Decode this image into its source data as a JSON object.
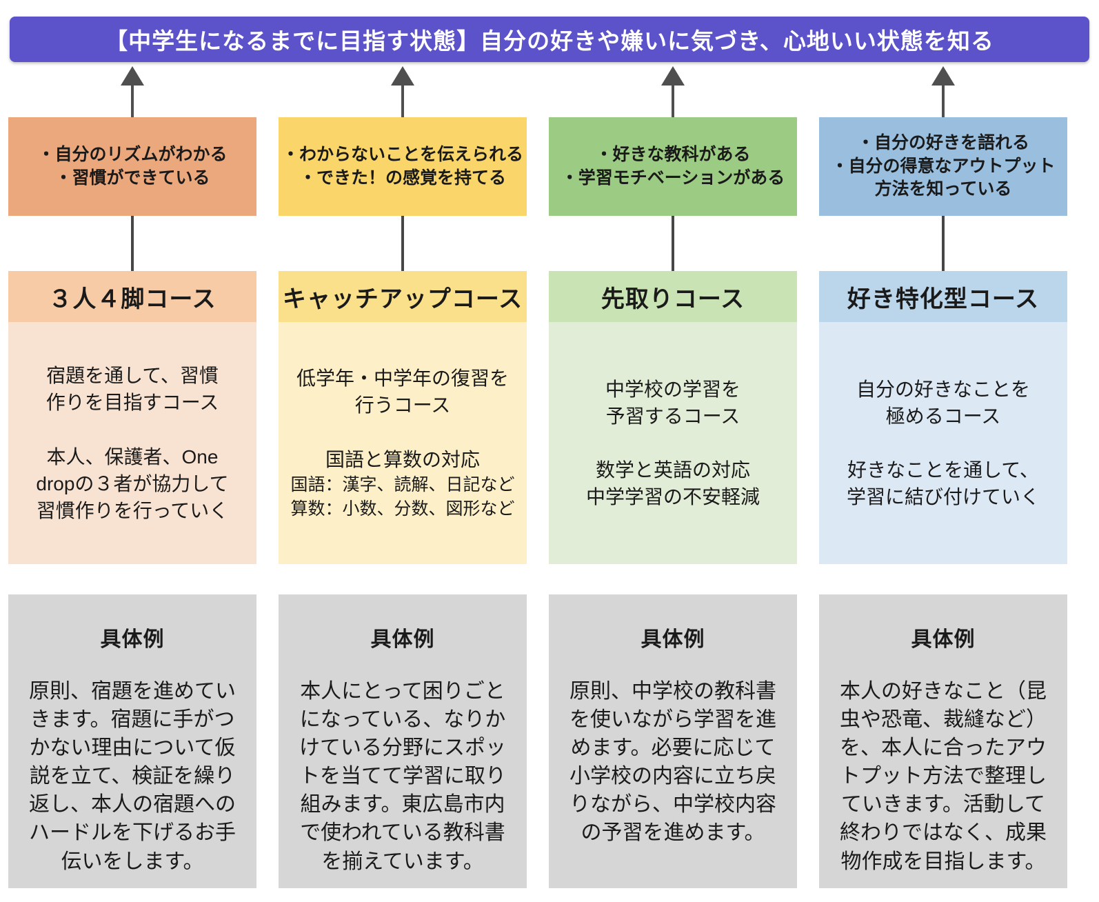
{
  "banner": {
    "text": "【中学生になるまでに目指す状態】自分の好きや嫌いに気づき、心地いい状態を知る",
    "bg": "#5c52c9",
    "text_color": "#ffffff"
  },
  "arrow_color": "#4f4f4f",
  "example_bg": "#d6d6d6",
  "columns": [
    {
      "goals": "・自分のリズムがわかる\n・習慣ができている",
      "title": "３人４脚コース",
      "body": "宿題を通して、習慣\n作りを目指すコース\n\n本人、保護者、One\ndropの３者が協力して\n習慣作りを行っていく",
      "body_small": "",
      "example_title": "具体例",
      "example_text": "原則、宿題を進めてい\nきます。宿題に手がつ\nかない理由について仮\n説を立て、検証を繰り\n返し、本人の宿題への\nハードルを下げるお手\n伝いをします。",
      "goal_bg": "#eca87d",
      "header_bg": "#f6cba5",
      "body_bg": "#f8e3d2"
    },
    {
      "goals": "・わからないことを伝えられる\n・できた！の感覚を持てる",
      "title": "キャッチアップコース",
      "body": "低学年・中学年の復習を\n行うコース\n\n国語と算数の対応",
      "body_small": "国語：漢字、読解、日記など\n算数：小数、分数、図形など",
      "example_title": "具体例",
      "example_text": "本人にとって困りごと\nになっている、なりか\nけている分野にスポッ\nトを当てて学習に取り\n組みます。東広島市内\nで使われている教科書\nを揃えています。",
      "goal_bg": "#fad56a",
      "header_bg": "#fbe08c",
      "body_bg": "#fdf0c8"
    },
    {
      "goals": "・好きな教科がある\n・学習モチベーションがある",
      "title": "先取りコース",
      "body": "中学校の学習を\n予習するコース\n\n数学と英語の対応\n中学学習の不安軽減",
      "body_small": "",
      "example_title": "具体例",
      "example_text": "原則、中学校の教科書\nを使いながら学習を進\nめます。必要に応じて\n小学校の内容に立ち戻\nりながら、中学校内容\nの予習を進めます。",
      "goal_bg": "#9ccb83",
      "header_bg": "#c9e3b4",
      "body_bg": "#e2edd8"
    },
    {
      "goals": "・自分の好きを語れる\n・自分の得意なアウトプット\n方法を知っている",
      "title": "好き特化型コース",
      "body": "自分の好きなことを\n極めるコース\n\n好きなことを通して、\n学習に結び付けていく",
      "body_small": "",
      "example_title": "具体例",
      "example_text": "本人の好きなこと（昆\n虫や恐竜、裁縫など）\nを、本人に合ったアウ\nトプット方法で整理し\nていきます。活動して\n終わりではなく、成果\n物作成を目指します。",
      "goal_bg": "#9abede",
      "header_bg": "#bbd5ea",
      "body_bg": "#dce8f4"
    }
  ]
}
